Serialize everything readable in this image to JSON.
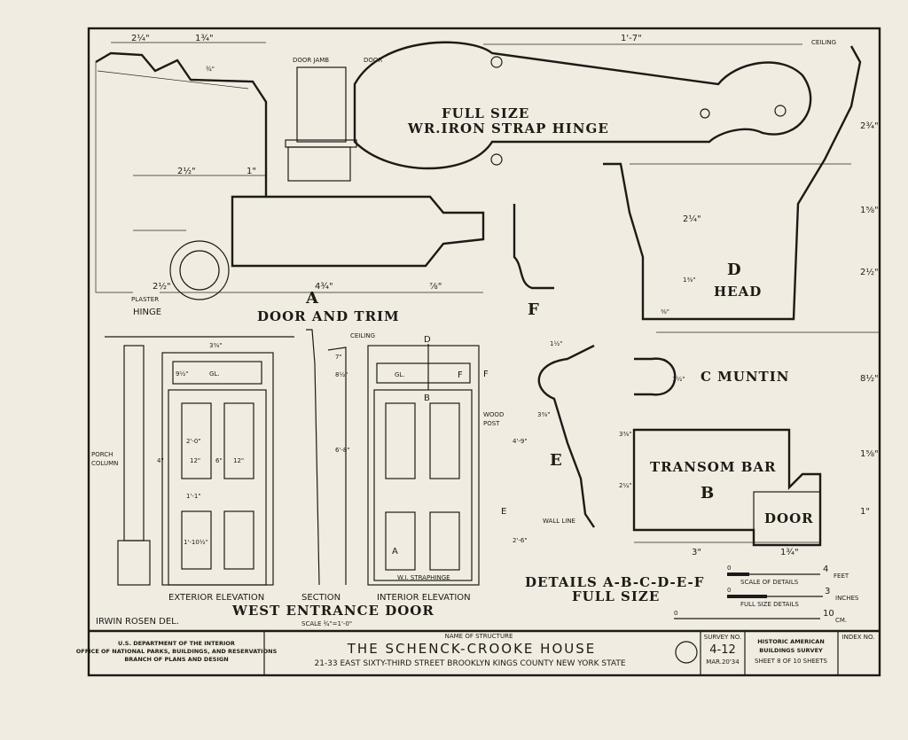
{
  "sheet": {
    "hinge_title_1": "FULL SIZE",
    "hinge_title_2": "WR.IRON STRAP HINGE",
    "door_jamb": "DOOR JAMB",
    "door": "DOOR",
    "ceiling": "CEILING",
    "detail_a_letter": "A",
    "detail_a_title": "DOOR AND TRIM",
    "plaster": "PLASTER",
    "hinge": "HINGE",
    "detail_f_letter": "F",
    "detail_d_letter": "D",
    "detail_d_title": "HEAD",
    "detail_c_title": "C MUNTIN",
    "detail_e_letter": "E",
    "wall_line": "WALL LINE",
    "detail_b_title": "TRANSOM BAR",
    "detail_b_letter": "B",
    "door_label": "DOOR",
    "details_title_1": "DETAILS A-B-C-D-E-F",
    "details_title_2": "FULL SIZE",
    "porch_column_1": "PORCH",
    "porch_column_2": "COLUMN",
    "gl": "GL.",
    "wood_post_1": "WOOD",
    "wood_post_2": "POST",
    "wi_strap_hinge": "W.I. STRAPHINGE",
    "exterior_elevation": "EXTERIOR ELEVATION",
    "section": "SECTION",
    "interior_elevation": "INTERIOR ELEVATION",
    "west_entrance_door": "WEST ENTRANCE DOOR",
    "scale": "SCALE ¾\"=1'-0\"",
    "delineator": "IRWIN ROSEN DEL."
  },
  "dimensions": {
    "d1": "2¼\"",
    "d2": "1¾\"",
    "d3": "¾\"",
    "d4": "2½\"",
    "d5": "1\"",
    "d6": "4¾\"",
    "d7": "⅞\"",
    "d8": "2½\"",
    "d9": "1'-7\"",
    "d10": "2¾\"",
    "d11": "1⅝\"",
    "d12": "2½\"",
    "d13": "8½\"",
    "d14": "1⅝\"",
    "d15": "1\"",
    "d16": "2¼\"",
    "d17": "1⅜\"",
    "d18": "⅜\"",
    "d19": "1½\"",
    "d20": "3⅜\"",
    "d21": "2¼\"",
    "d22": "3\"",
    "d23": "1¾\"",
    "d24": "1½\"",
    "d25": "3⅜\"",
    "d26": "3⅜\"",
    "d27": "9½\"",
    "d28": "2'-0\"",
    "d29": "1'-1\"",
    "d30": "1'-10½\"",
    "d31": "4\"",
    "d32": "12\"",
    "d33": "6\"",
    "d34": "6'-8\"",
    "d35": "4'-9\"",
    "d36": "2'-6\"",
    "d37": "7\"",
    "d38": "8½\""
  },
  "scales": [
    {
      "label": "SCALE OF DETAILS",
      "start": "0",
      "end": "4",
      "unit": "FEET"
    },
    {
      "label": "FULL SIZE DETAILS",
      "start": "0",
      "end": "3",
      "unit": "INCHES"
    },
    {
      "label": "",
      "start": "0",
      "end": "10",
      "unit": "CM."
    }
  ],
  "title_block": {
    "agency_1": "U.S. DEPARTMENT OF THE INTERIOR",
    "agency_2": "OFFICE OF NATIONAL PARKS, BUILDINGS, AND RESERVATIONS",
    "agency_3": "BRANCH OF PLANS AND DESIGN",
    "name_label": "NAME OF STRUCTURE",
    "structure": "THE SCHENCK-CROOKE HOUSE",
    "address": "21-33 EAST SIXTY-THIRD STREET   BROOKLYN   KINGS COUNTY   NEW YORK STATE",
    "survey_label": "SURVEY NO.",
    "survey_no": "4-12",
    "survey_date": "MAR.20'34",
    "habs_1": "HISTORIC AMERICAN",
    "habs_2": "BUILDINGS SURVEY",
    "sheet": "SHEET 8 OF 10 SHEETS",
    "index_label": "INDEX NO."
  }
}
